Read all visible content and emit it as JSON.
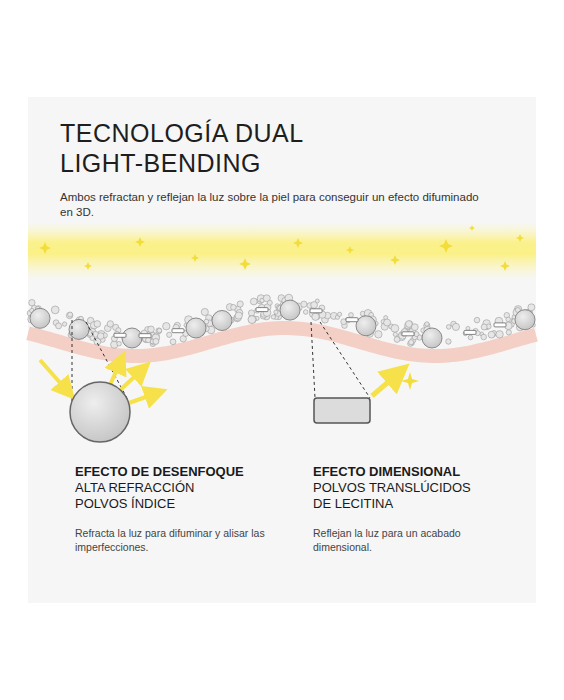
{
  "diagram": {
    "title": "TECNOLOGÍA DUAL LIGHT-BENDING",
    "labels": [
      "Ambos refractan y reflejan la luz sobre la piel para conseguir un efecto difuminado en 3D.",
      "EFECTO DE DESENFOQUE",
      "ALTA REFRACCIÓN POLVOS ÍNDICE",
      "Refracta la luz para difuminar y alisar las imperfecciones.",
      "EFECTO DIMENSIONAL",
      "POLVOS TRANSLÚCIDOS DE LECITINA",
      "Reflejan la luz para un acabado dimensional."
    ]
  }
}
